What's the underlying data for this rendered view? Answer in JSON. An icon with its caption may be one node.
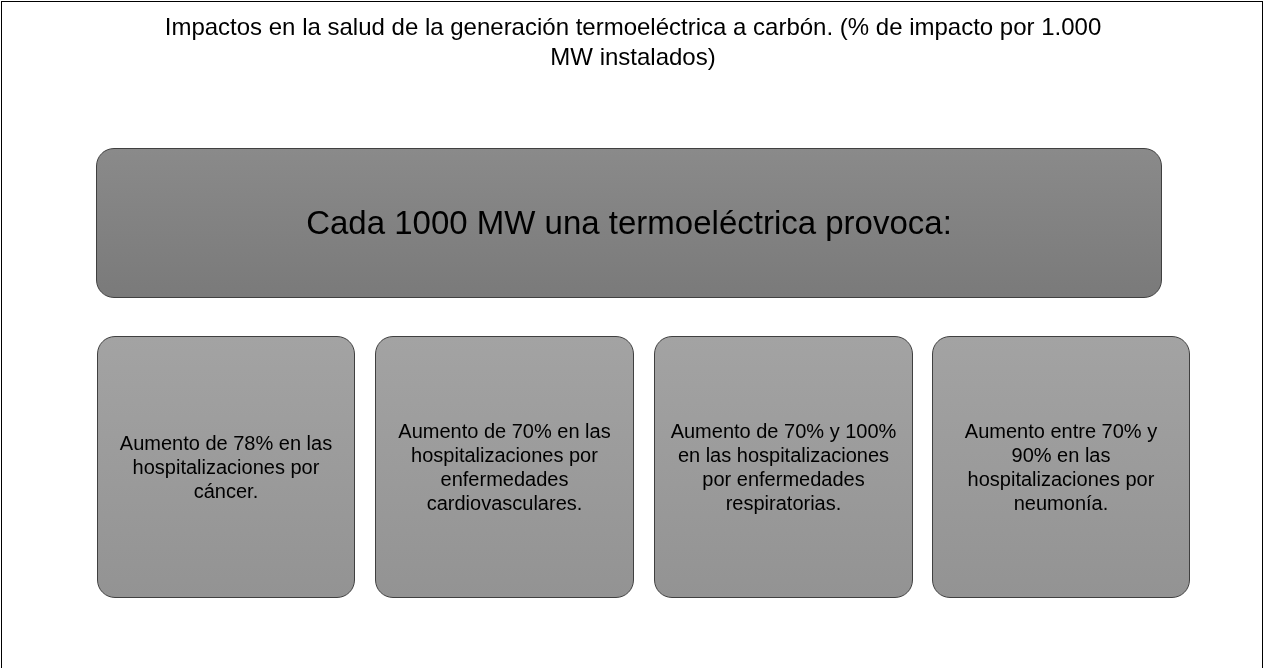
{
  "diagram": {
    "title": "Impactos en la salud de la generación termoeléctrica a carbón. (% de impacto por 1.000 MW instalados)",
    "nodes": [
      {
        "text": [
          "Cada 1000 MW una termoeléctrica provoca:"
        ]
      },
      {
        "text": [
          "Aumento de 78% en las hospitalizaciones por cáncer."
        ]
      },
      {
        "text": [
          "Aumento de 70% en las hospitalizaciones por enfermedades cardiovasculares."
        ]
      },
      {
        "text": [
          "Aumento de 70% y 100% en las hospitalizaciones por enfermedades respiratorias."
        ]
      },
      {
        "text": [
          "Aumento entre 70% y 90% en las hospitalizaciones por neumonía."
        ]
      }
    ]
  }
}
